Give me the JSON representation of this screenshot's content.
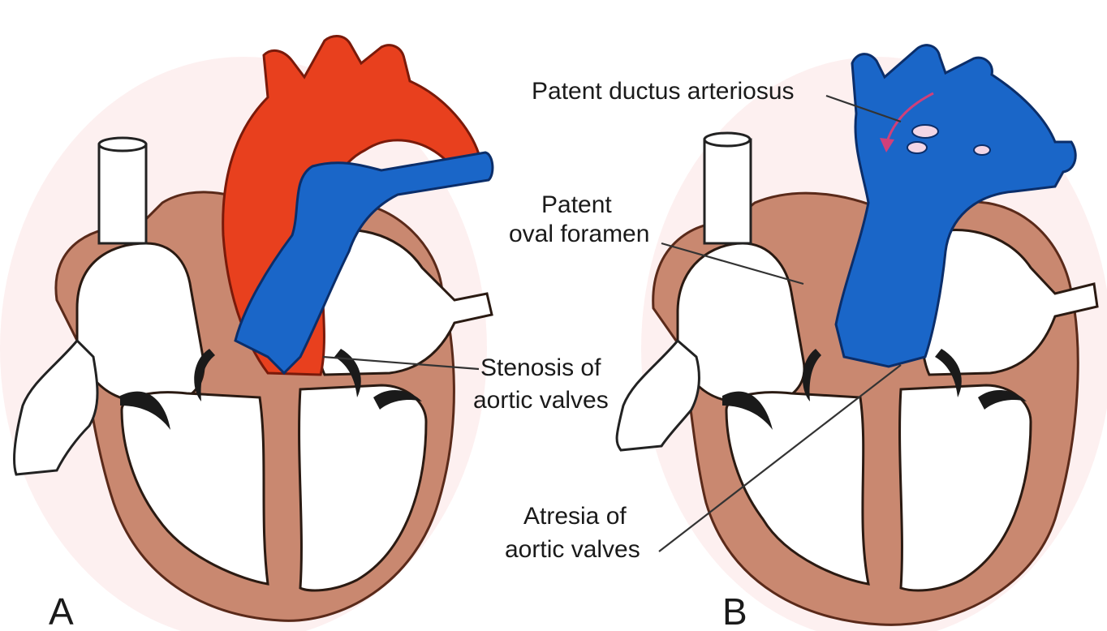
{
  "panels": {
    "a": {
      "letter": "A"
    },
    "b": {
      "letter": "B"
    }
  },
  "labels": {
    "pda": "Patent ductus arteriosus",
    "pfo_line1": "Patent",
    "pfo_line2": "oval foramen",
    "stenosis_line1": "Stenosis of",
    "stenosis_line2": "aortic valves",
    "atresia_line1": "Atresia of",
    "atresia_line2": "aortic valves"
  },
  "colors": {
    "aorta": "#e8401e",
    "pulmonary": "#1a66c8",
    "myocardium": "#c98870",
    "pink_background": "#fbe4e4"
  }
}
